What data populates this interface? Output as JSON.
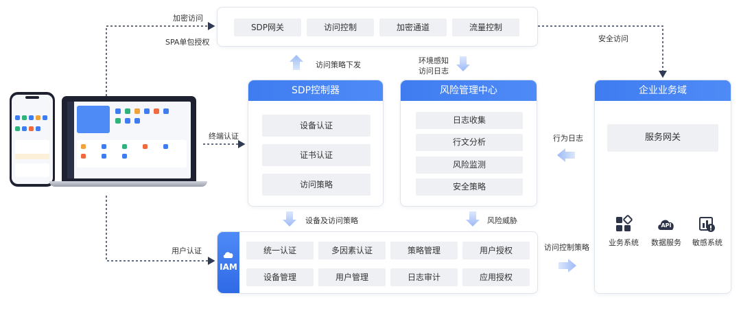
{
  "top_bar": {
    "items": [
      "SDP网关",
      "访问控制",
      "加密通道",
      "流量控制"
    ]
  },
  "labels": {
    "encrypted_access": "加密访问",
    "spa_auth": "SPA单包授权",
    "secure_access": "安全访问",
    "policy_distribution": "访问策略下发",
    "env_perception": "环境感知",
    "access_log": "访问日志",
    "terminal_auth": "终端认证",
    "behavior_log": "行为日志",
    "device_policy": "设备及访问策略",
    "risk_threat": "风险威胁",
    "user_auth": "用户认证",
    "access_control_policy": "访问控制策略"
  },
  "sdp_controller": {
    "title": "SDP控制器",
    "items": [
      "设备认证",
      "证书认证",
      "访问策略"
    ]
  },
  "risk_center": {
    "title": "风险管理中心",
    "items": [
      "日志收集",
      "行文分析",
      "风险监测",
      "安全策略"
    ]
  },
  "enterprise": {
    "title": "企业业务域",
    "gateway": "服务网关",
    "systems": [
      {
        "label": "业务系统",
        "icon": "business-system-icon"
      },
      {
        "label": "数据服务",
        "icon": "api-cloud-icon",
        "icon_text": "API"
      },
      {
        "label": "敏感系统",
        "icon": "sensitive-system-icon"
      }
    ]
  },
  "iam": {
    "title": "IAM",
    "items": [
      "统一认证",
      "多因素认证",
      "策略管理",
      "用户授权",
      "设备管理",
      "用户管理",
      "日志审计",
      "应用授权"
    ]
  },
  "colors": {
    "accent": "#3f7cf0",
    "cell_bg": "#eef0f4",
    "arrow_light": "#b6ccf8",
    "dash": "#2f3a55"
  }
}
